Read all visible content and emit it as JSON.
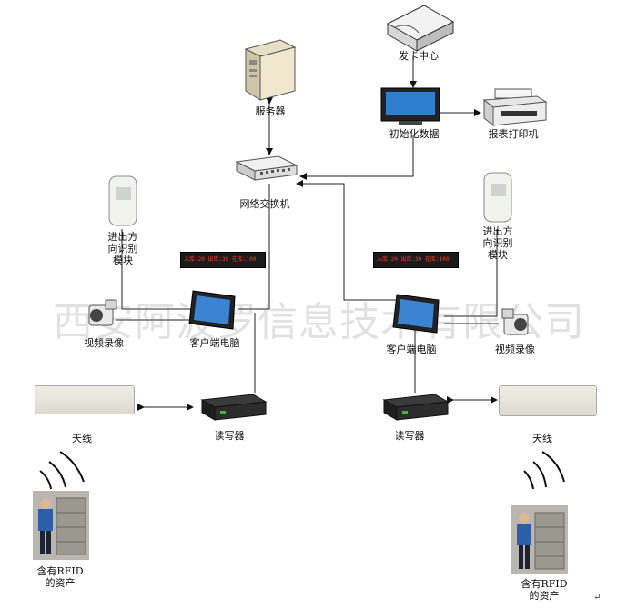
{
  "labels": {
    "card_center": "发卡中心",
    "server": "服务器",
    "init_data": "初始化数据",
    "report_printer": "报表打印机",
    "network_switch": "网络交换机",
    "direction_left": "进出方向识别模块",
    "direction_right": "进出方向识别模块",
    "client_left": "客户端电脑",
    "client_right": "客户端电脑",
    "camera_left": "视频录像",
    "camera_right": "视频录像",
    "reader_left": "读写器",
    "reader_right": "读写器",
    "antenna_left": "天线",
    "antenna_right": "天线",
    "asset_left": "含有RFID的资产",
    "asset_right": "含有RFID的资产"
  },
  "led_display": "入库:20 出库:30 在库:100",
  "watermark": "西安阿波罗信息技术有限公司",
  "return_mark": "↵"
}
